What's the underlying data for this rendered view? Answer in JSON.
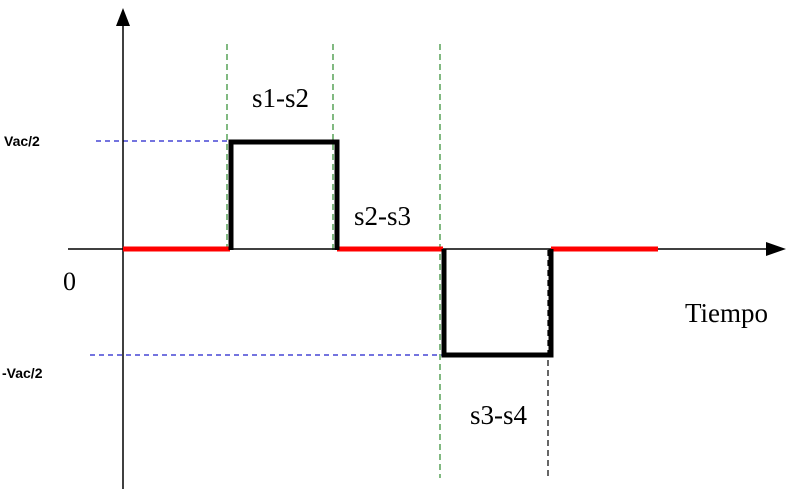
{
  "labels": {
    "vac_pos": "Vac/2",
    "vac_neg": "-Vac/2",
    "zero": "0",
    "time_axis": "Tiempo",
    "interval_1": "s1-s2",
    "interval_2": "s2-s3",
    "interval_3": "s3-s4"
  },
  "colors": {
    "waveform": "#000000",
    "zero_state": "#ff0000",
    "switch_marker": "#2e8b2e",
    "level_guide": "#2222cc",
    "axis": "#000000"
  }
}
